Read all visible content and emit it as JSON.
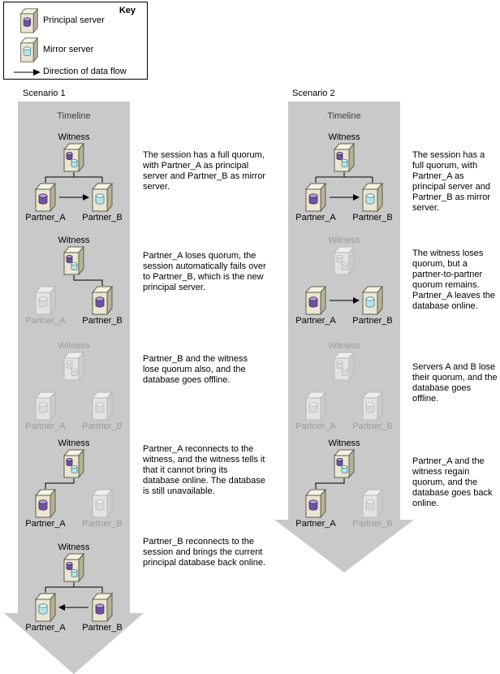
{
  "key": {
    "title": "Key",
    "items": [
      {
        "icon": "principal-server-icon",
        "label": "Principal server"
      },
      {
        "icon": "mirror-server-icon",
        "label": "Mirror server"
      },
      {
        "icon": "data-flow-arrow-icon",
        "label": "Direction of data flow"
      }
    ]
  },
  "labels": {
    "witness": "Witness",
    "partner_a": "Partner_A",
    "partner_b": "Partner_B"
  },
  "colors": {
    "principal_cylinder": "#7050a0",
    "mirror_cylinder": "#b8e4e8",
    "timeline_arrow": "#c9c9c9"
  },
  "scenarios": [
    {
      "title": "Scenario 1",
      "timeline_label": "Timeline",
      "stages": [
        {
          "description": "The session has a full quorum, with Partner_A as principal server and Partner_B as mirror server.",
          "witness": "online",
          "partner_a": "online-principal",
          "partner_b": "online-mirror",
          "data_flow": "a-to-b"
        },
        {
          "description": "Partner_A loses quorum, the session automatically fails over to Partner_B, which is the new principal server.",
          "witness": "online",
          "partner_a": "offline",
          "partner_b": "online-principal",
          "data_flow": "none"
        },
        {
          "description": "Partner_B and the witness lose quorum also, and the database goes offline.",
          "witness": "offline",
          "partner_a": "offline",
          "partner_b": "offline",
          "data_flow": "none"
        },
        {
          "description": "Partner_A reconnects to the witness, and the witness tells it that it cannot bring its database online. The database is still unavailable.",
          "witness": "online",
          "partner_a": "online-principal",
          "partner_b": "offline",
          "data_flow": "none"
        },
        {
          "description": "Partner_B reconnects to the session and brings the current principal database back online.",
          "witness": "online",
          "partner_a": "online-mirror",
          "partner_b": "online-principal",
          "data_flow": "b-to-a"
        }
      ]
    },
    {
      "title": "Scenario 2",
      "timeline_label": "Timeline",
      "stages": [
        {
          "description": "The session has a full quorum, with Partner_A as principal server and Partner_B as mirror server.",
          "witness": "online",
          "partner_a": "online-principal",
          "partner_b": "online-mirror",
          "data_flow": "a-to-b"
        },
        {
          "description": "The witness loses quorum, but a partner-to-partner quorum remains. Partner_A leaves the database online.",
          "witness": "offline",
          "partner_a": "online-principal",
          "partner_b": "online-mirror",
          "data_flow": "a-to-b"
        },
        {
          "description": "Servers A and B lose their quorum, and the database goes offline.",
          "witness": "offline",
          "partner_a": "offline",
          "partner_b": "offline",
          "data_flow": "none"
        },
        {
          "description": "Partner_A and the witness regain quorum, and the database goes back online.",
          "witness": "online",
          "partner_a": "online-principal",
          "partner_b": "offline",
          "data_flow": "none"
        }
      ]
    }
  ]
}
